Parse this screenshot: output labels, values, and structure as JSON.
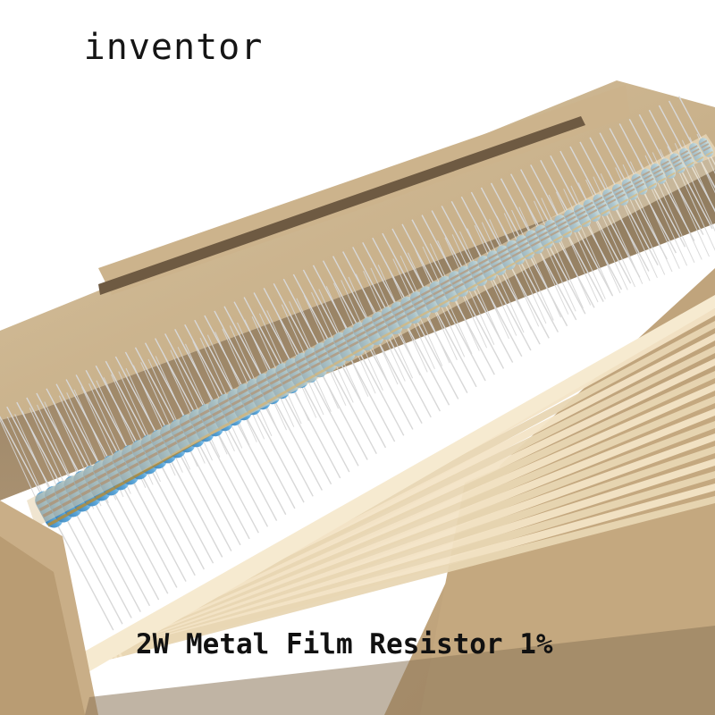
{
  "photo": {
    "subject": "box of blue metal film resistors",
    "colors": {
      "background": "#ffffff",
      "cardboard": "#cdb58f",
      "cardboard_shadow": "#9d8360",
      "paper_strip": "#f3e4c6",
      "paper_edge": "#d9c39d",
      "resistor_body": "#5aa5d8",
      "resistor_highlight": "#9fd3f4",
      "resistor_band": "#6a4b3a",
      "lead_wire": "#d6d6d6"
    }
  },
  "brand": {
    "label": "inventor"
  },
  "caption": {
    "text": "2W Metal Film Resistor 1%"
  }
}
